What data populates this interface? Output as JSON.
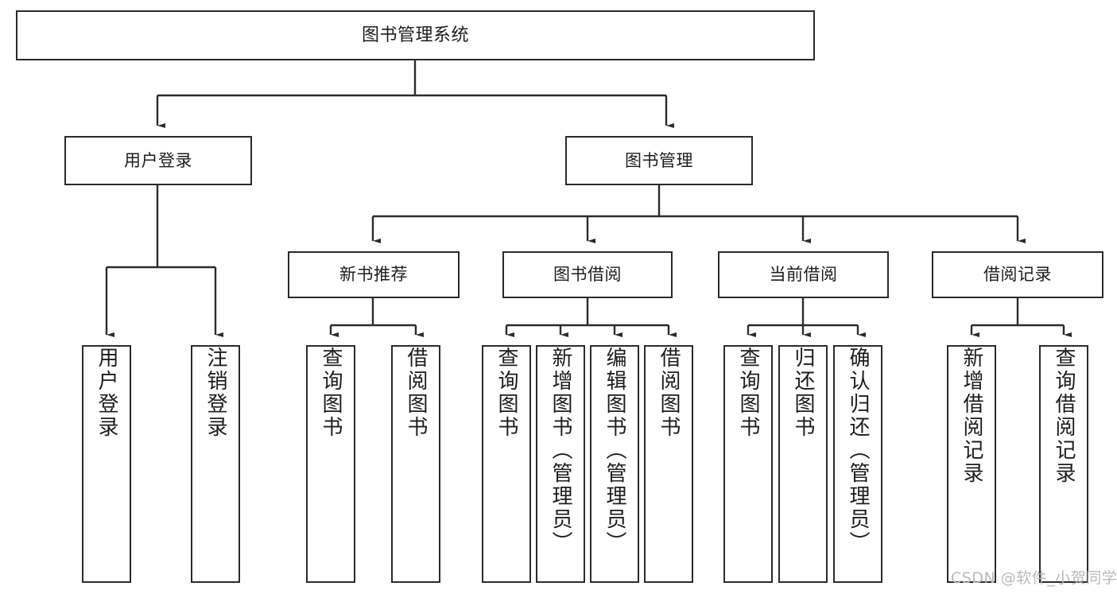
{
  "diagram": {
    "title": "图书管理系统",
    "type": "tree-hierarchy",
    "watermark": "CSDN @软件_小贺同学",
    "colors": {
      "box_border": "#2b2b2b",
      "box_fill": "#ffffff",
      "connector": "#2b2b2b",
      "text": "#1d1d1d",
      "watermark": "#b9b9b9"
    },
    "nodes": {
      "root": {
        "label": "图书管理系统"
      },
      "level2": [
        {
          "label": "用户登录"
        },
        {
          "label": "图书管理"
        }
      ],
      "level3": [
        {
          "label": "新书推荐"
        },
        {
          "label": "图书借阅"
        },
        {
          "label": "当前借阅"
        },
        {
          "label": "借阅记录"
        }
      ],
      "leaves": {
        "user_login": [
          {
            "label": "用户登录"
          },
          {
            "label": "注销登录"
          }
        ],
        "new_book_recommend": [
          {
            "label": "查询图书"
          },
          {
            "label": "借阅图书"
          }
        ],
        "book_borrow": [
          {
            "label": "查询图书"
          },
          {
            "label": "新增图书（管理员）"
          },
          {
            "label": "编辑图书（管理员）"
          },
          {
            "label": "借阅图书"
          }
        ],
        "current_borrow": [
          {
            "label": "查询图书"
          },
          {
            "label": "归还图书"
          },
          {
            "label": "确认归还（管理员）"
          }
        ],
        "borrow_records": [
          {
            "label": "新增借阅记录"
          },
          {
            "label": "查询借阅记录"
          }
        ]
      }
    }
  }
}
